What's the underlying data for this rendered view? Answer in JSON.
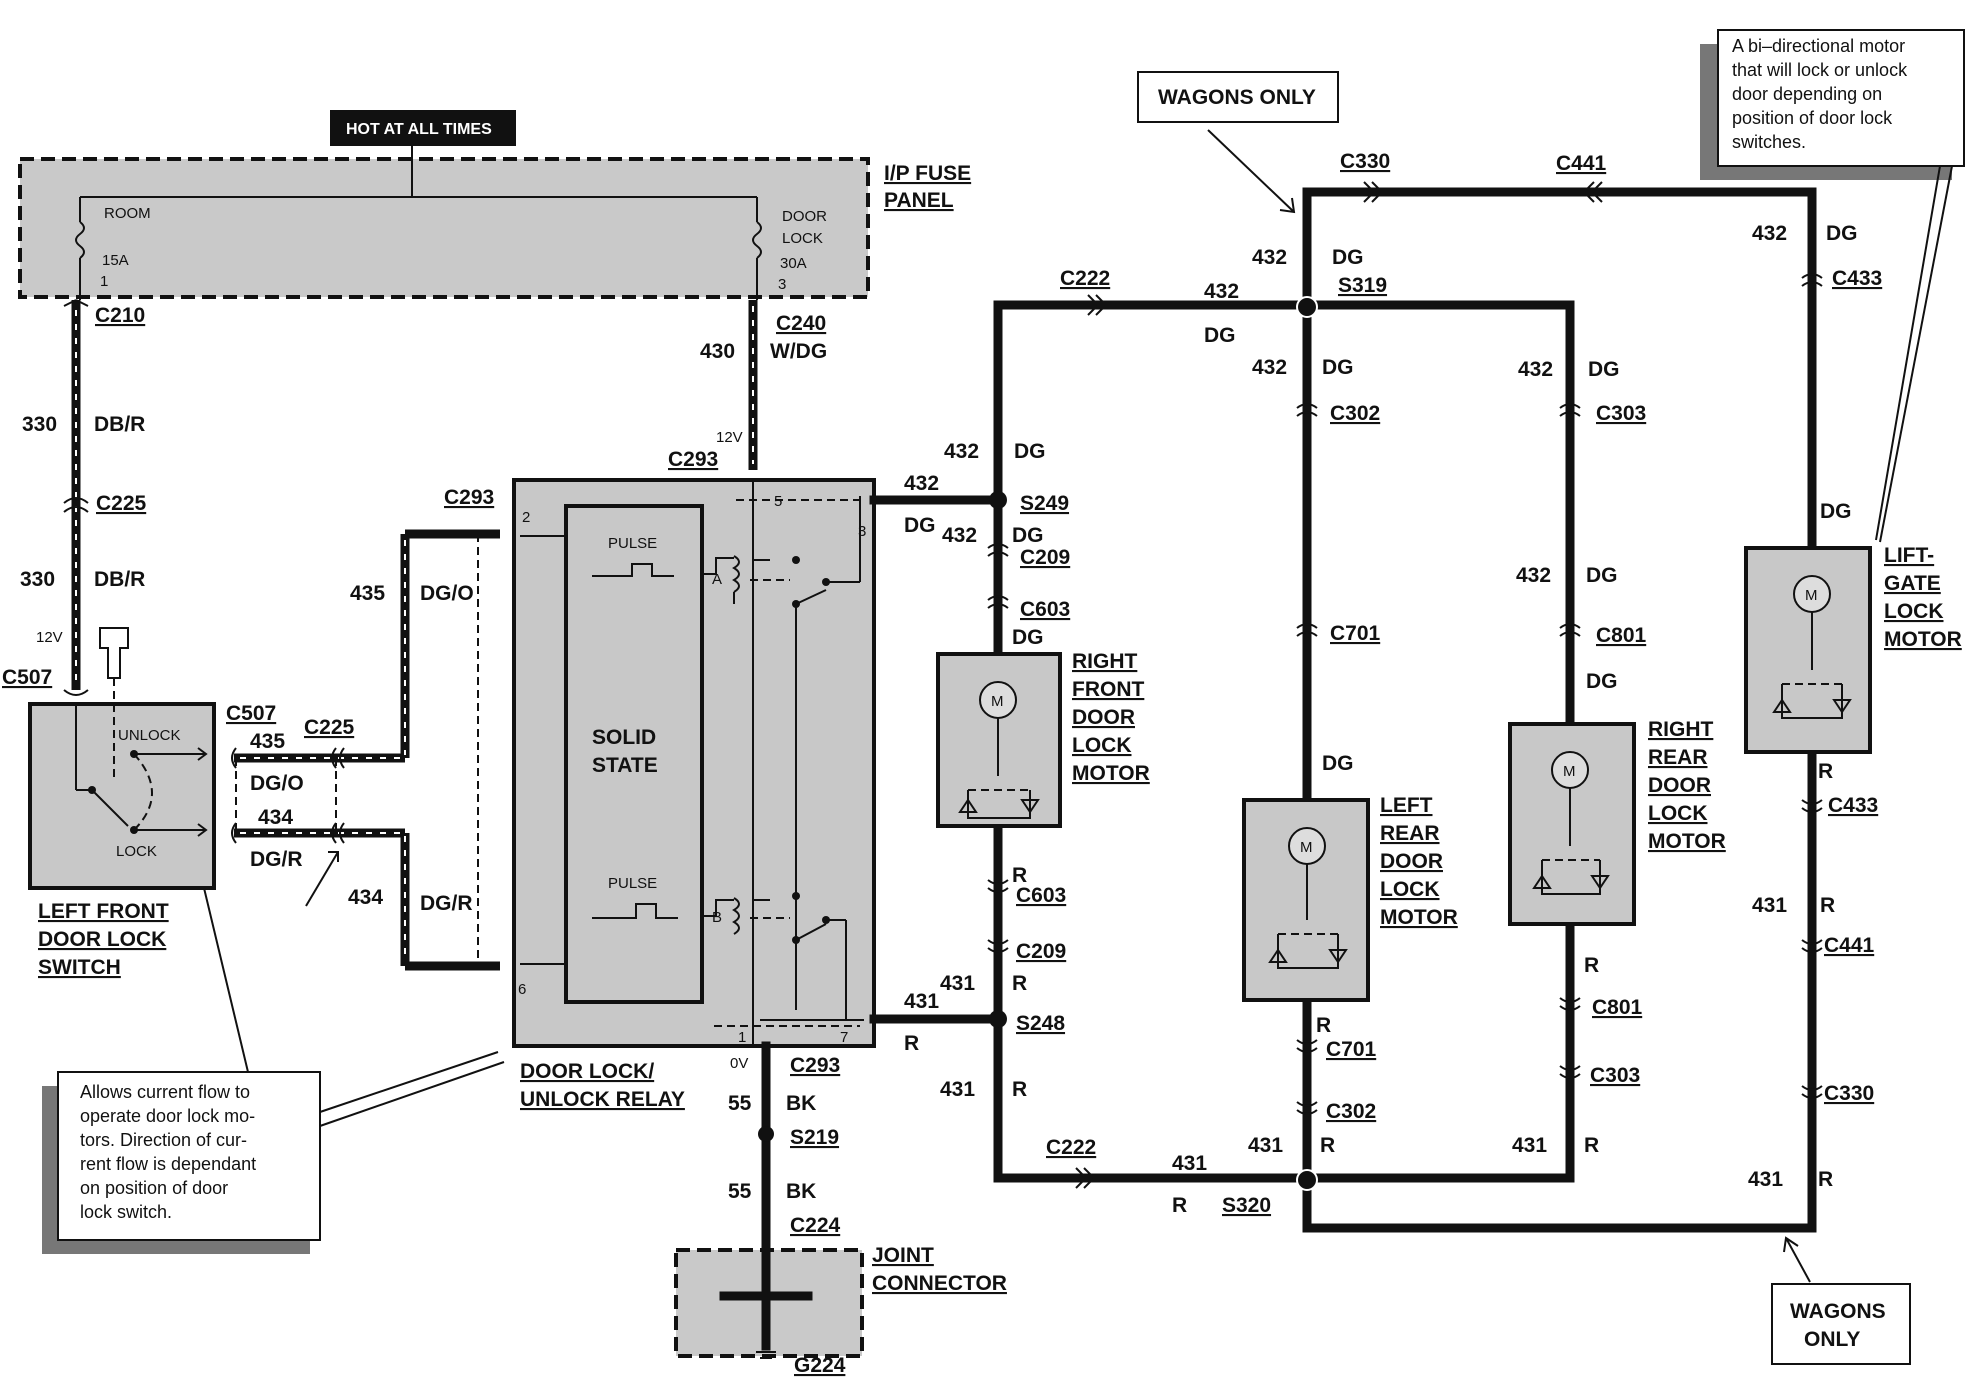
{
  "labels": {
    "hot_at_all_times": "HOT AT ALL TIMES",
    "ip_fuse_panel_1": "I/P FUSE",
    "ip_fuse_panel_2": "PANEL",
    "room": "ROOM",
    "fuse_15a": "15A",
    "pin_1": "1",
    "door_lock_1": "DOOR",
    "door_lock_2": "LOCK",
    "fuse_30a": "30A",
    "pin_3": "3",
    "wagons_only_top": "WAGONS ONLY",
    "wagons_only_bot_1": "WAGONS",
    "wagons_only_bot_2": "ONLY",
    "note_motor": [
      "A bi–directional motor",
      "that will lock or unlock",
      "door depending on",
      "position of door lock",
      "switches."
    ],
    "note_switch": [
      "Allows current flow to",
      "operate door lock mo-",
      "tors. Direction of cur-",
      "rent flow is dependant",
      "on position of door",
      "lock switch."
    ],
    "c210": "C210",
    "c240": "C240",
    "c225a": "C225",
    "c225b": "C225",
    "c507a": "C507",
    "c507b": "C507",
    "c293a": "C293",
    "c293b": "C293",
    "c293c": "C293",
    "c222a": "C222",
    "c222b": "C222",
    "c330a": "C330",
    "c330b": "C330",
    "c441a": "C441",
    "c441b": "C441",
    "c433a": "C433",
    "c433b": "C433",
    "s319": "S319",
    "s249": "S249",
    "s248": "S248",
    "s219": "S219",
    "s320": "S320",
    "c302a": "C302",
    "c302b": "C302",
    "c303a": "C303",
    "c303b": "C303",
    "c209a": "C209",
    "c209b": "C209",
    "c603a": "C603",
    "c603b": "C603",
    "c701a": "C701",
    "c701b": "C701",
    "c801a": "C801",
    "c801b": "C801",
    "c224": "C224",
    "g224": "G224",
    "w330a": "330",
    "w330b": "330",
    "dbra": "DB/R",
    "dbrb": "DB/R",
    "w430": "430",
    "wdg": "W/DG",
    "v12a": "12V",
    "v12b": "12V",
    "v0": "0V",
    "w435a": "435",
    "w435b": "435",
    "dgoa": "DG/O",
    "dgob": "DG/O",
    "w434a": "434",
    "w434b": "434",
    "dgra": "DG/R",
    "dgrb": "DG/R",
    "w55a": "55",
    "w55b": "55",
    "bka": "BK",
    "bkb": "BK",
    "w432": "432",
    "w431": "431",
    "dg": "DG",
    "r": "R",
    "unlock": "UNLOCK",
    "lock": "LOCK",
    "lf_switch": [
      "LEFT FRONT",
      "DOOR LOCK",
      "SWITCH"
    ],
    "relay": [
      "DOOR LOCK/",
      "UNLOCK RELAY"
    ],
    "solid_state": [
      "SOLID",
      "STATE"
    ],
    "pulse": "PULSE",
    "coil_a": "A",
    "coil_b": "B",
    "relay_pins": [
      "2",
      "5",
      "3",
      "6",
      "1",
      "7"
    ],
    "joint": [
      "JOINT",
      "CONNECTOR"
    ],
    "rf_motor": [
      "RIGHT",
      "FRONT",
      "DOOR",
      "LOCK",
      "MOTOR"
    ],
    "lr_motor": [
      "LEFT",
      "REAR",
      "DOOR",
      "LOCK",
      "MOTOR"
    ],
    "rr_motor": [
      "RIGHT",
      "REAR",
      "DOOR",
      "LOCK",
      "MOTOR"
    ],
    "lg_motor": [
      "LIFT-",
      "GATE",
      "LOCK",
      "MOTOR"
    ],
    "motor_m": "M"
  }
}
